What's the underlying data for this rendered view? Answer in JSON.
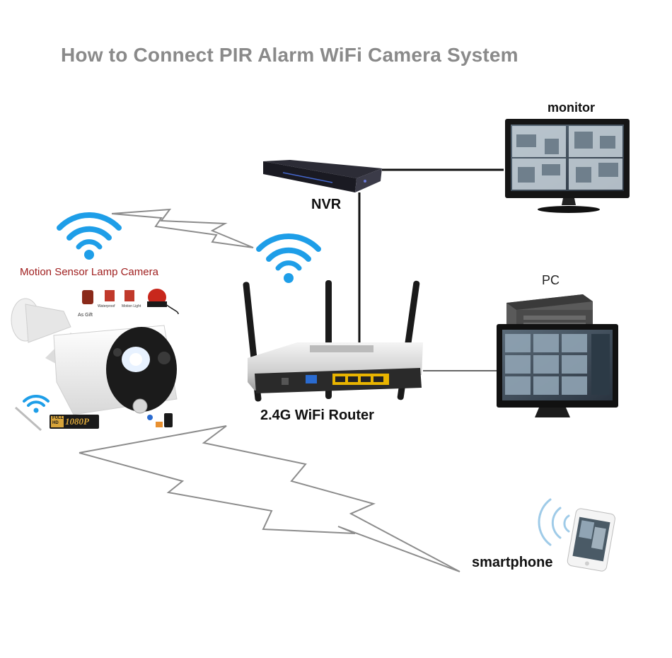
{
  "title": "How to Connect PIR Alarm WiFi Camera System",
  "devices": {
    "monitor": "monitor",
    "nvr": "NVR",
    "pc": "PC",
    "router": "2.4G WiFi Router",
    "smartphone": "smartphone"
  },
  "camera": {
    "title": "Motion Sensor Lamp Camera",
    "gift_label": "As Gift",
    "badge_full": "FULL",
    "badge_hd": "HD",
    "badge_res": "1080P",
    "feature_waterproof": "Waterproof",
    "feature_motion_light": "Motion Light"
  },
  "colors": {
    "wifi": "#1e9ee8",
    "line": "#111111",
    "bolt": "#8c8c8c",
    "title": "#8a8a8a",
    "camera_title": "#a02020"
  }
}
